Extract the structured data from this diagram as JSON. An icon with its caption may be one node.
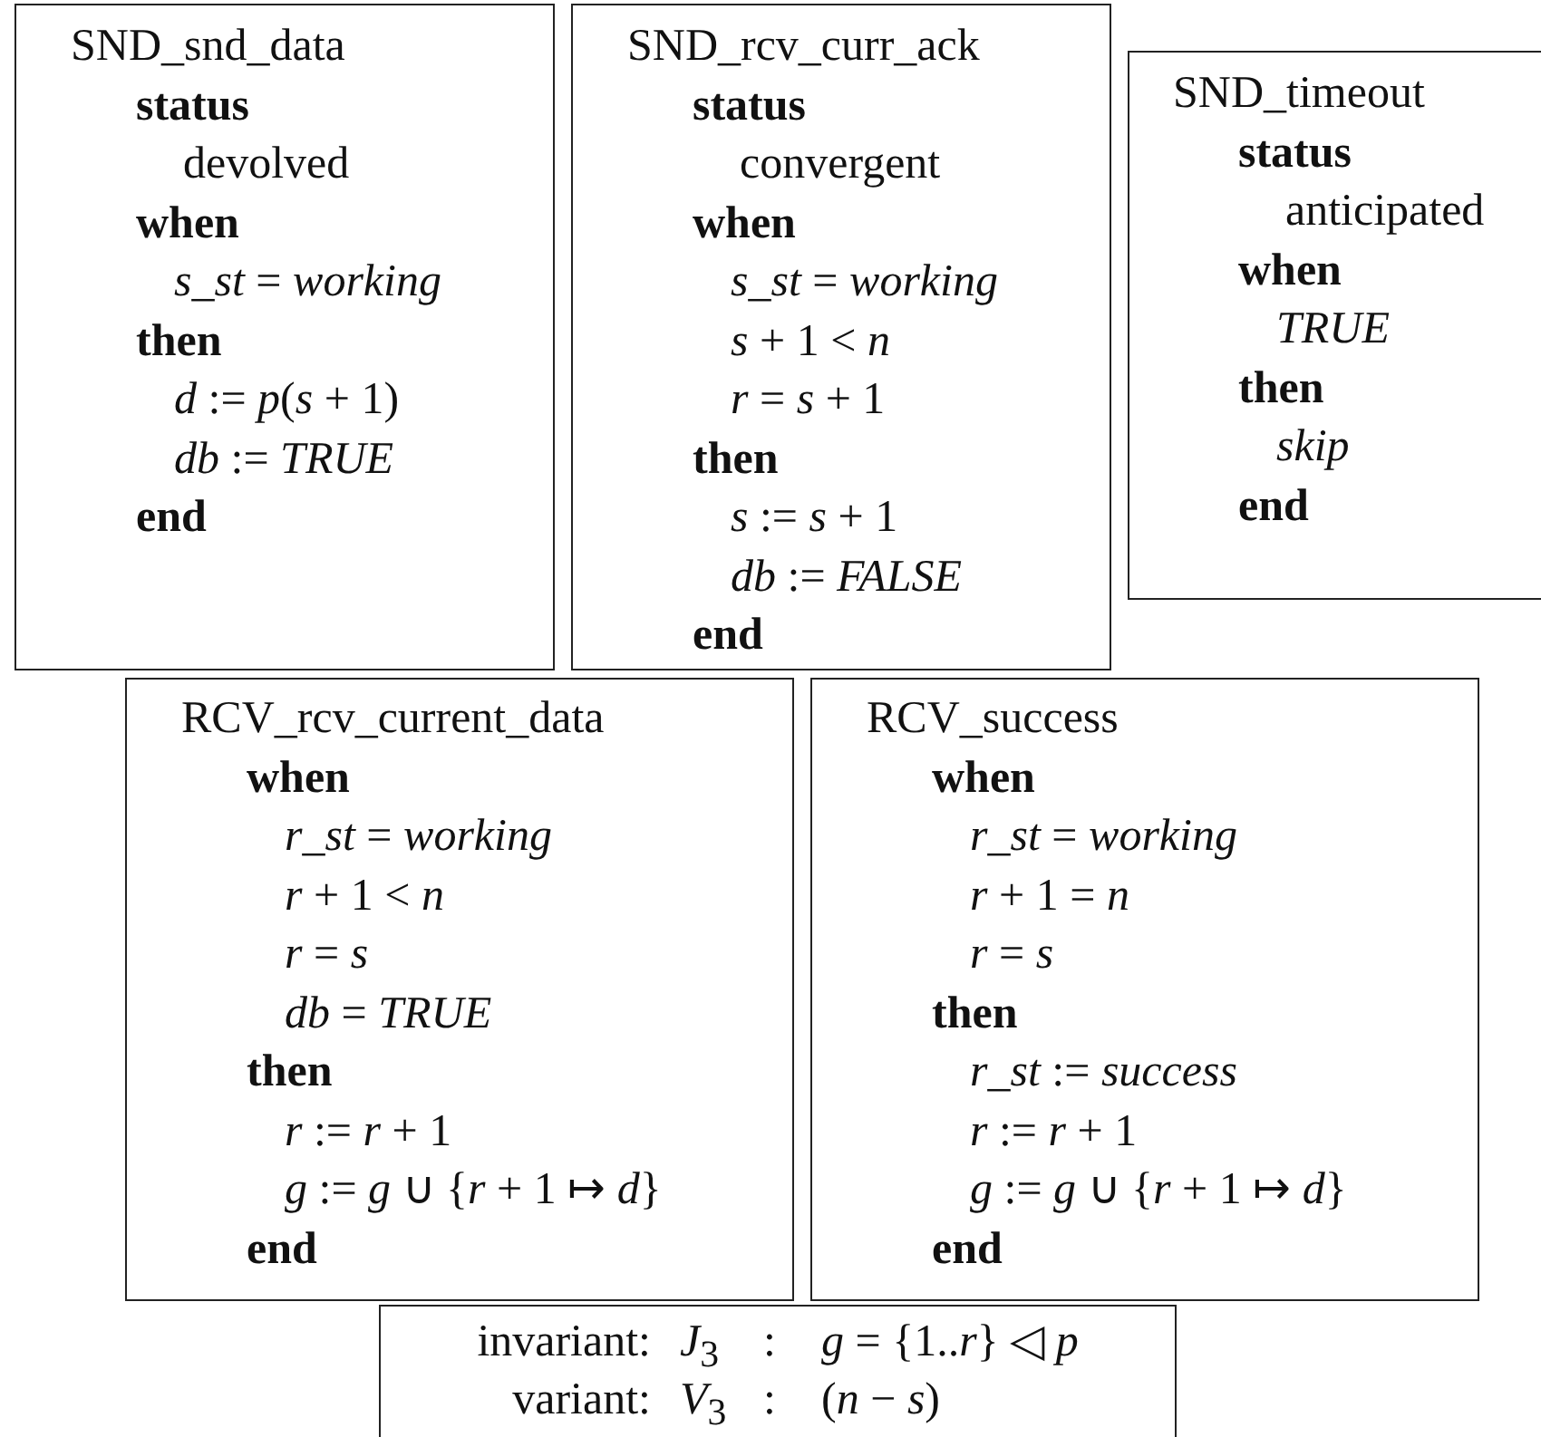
{
  "diagram": {
    "nodes": [
      {
        "text": [
          "SND_snd_data",
          "status",
          "devolved",
          "when",
          "*s_st* = *working*",
          "then",
          "*d* := *p*(*s* + 1)",
          "*db* := *TRUE*",
          "end"
        ]
      },
      {
        "text": [
          "SND_rcv_curr_ack",
          "status",
          "convergent",
          "when",
          "*s_st* = *working*",
          "*s* + 1 < *n*",
          "*r* = *s* + 1",
          "then",
          "*s* := *s* + 1",
          "*db* := *FALSE*",
          "end"
        ]
      },
      {
        "text": [
          "SND_timeout",
          "status",
          "anticipated",
          "when",
          "*TRUE*",
          "then",
          "*skip*",
          "end"
        ]
      },
      {
        "text": [
          "RCV_rcv_current_data",
          "when",
          "*r_st* = *working*",
          "*r* + 1 < *n*",
          "*r* = *s*",
          "*db* = *TRUE*",
          "then",
          "*r* := *r* + 1",
          "*g* := *g* ∪ {*r* + 1 ↦ *d*}",
          "end"
        ]
      },
      {
        "text": [
          "RCV_success",
          "when",
          "*r_st* = *working*",
          "*r* + 1 = *n*",
          "*r* = *s*",
          "then",
          "*r_st* := *success*",
          "*r* := *r* + 1",
          "*g* := *g* ∪ {*r* + 1 ↦ *d*}",
          "end"
        ]
      },
      {
        "text": [
          "invariant:",
          "*J*$_{3}$",
          ":",
          "*g* = {1..*r*} ◁ *p*",
          "variant:",
          "*V*$_{3}$",
          ":",
          "(*n* − *s*)"
        ]
      }
    ]
  }
}
